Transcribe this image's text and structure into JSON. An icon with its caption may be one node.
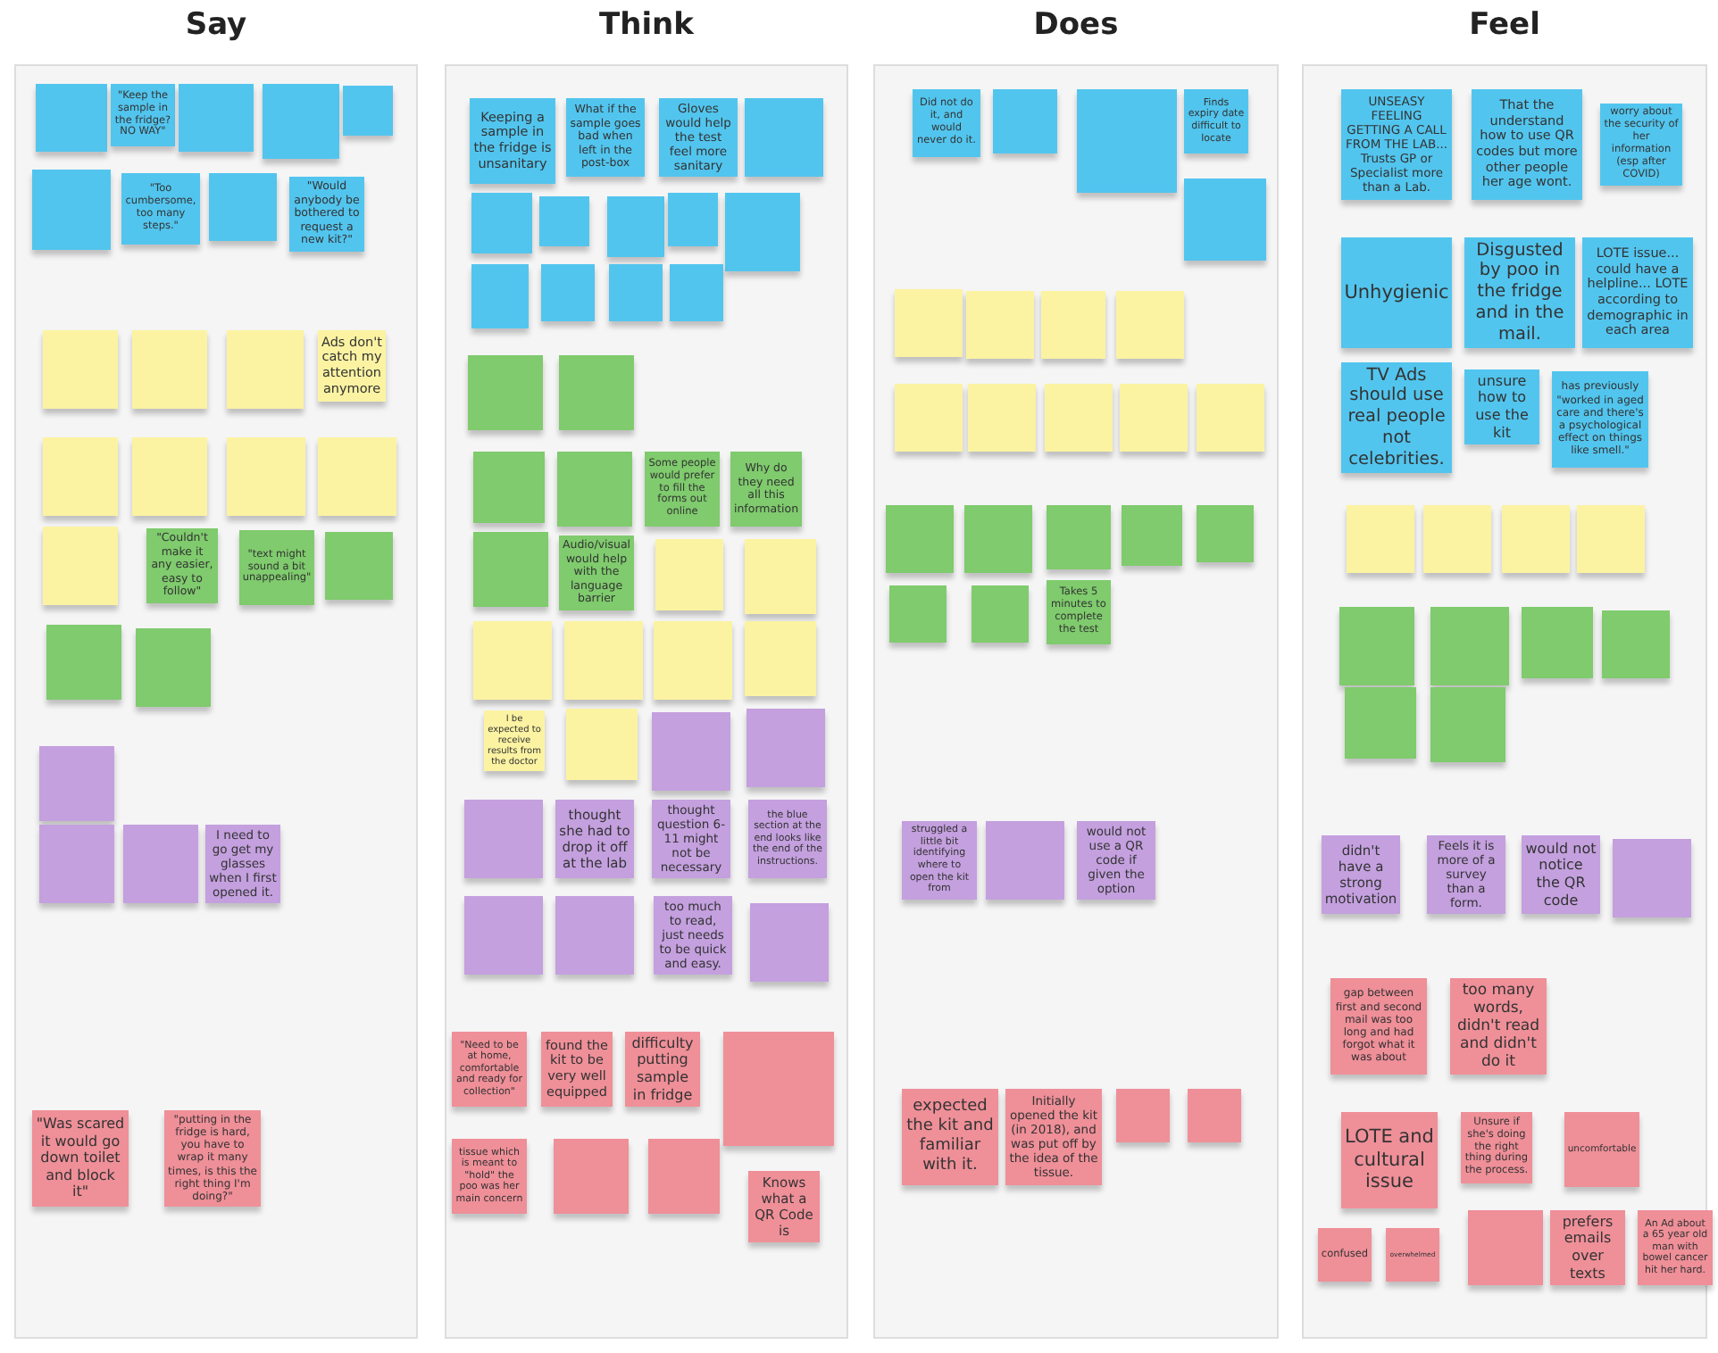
{
  "diagram": {
    "nodes": [
      {
        "text": [
          "Say"
        ]
      },
      {
        "text": [],
        "shape": "box",
        "in": 0
      },
      {
        "text": [
          "\"Keep the sample in the fridge? NO WAY\""
        ],
        "in": 0
      },
      {
        "text": [],
        "shape": "box",
        "in": 0
      },
      {
        "text": [],
        "shape": "box",
        "in": 0
      },
      {
        "text": [],
        "shape": "box",
        "in": 0
      },
      {
        "text": [],
        "shape": "box",
        "in": 0
      },
      {
        "text": [
          "\"Too cumbersome, too many steps.\""
        ],
        "in": 0
      },
      {
        "text": [],
        "shape": "box",
        "in": 0
      },
      {
        "text": [
          "\"Would anybody be bothered to request a new kit?\""
        ],
        "in": 0
      },
      {
        "text": [],
        "shape": "box",
        "in": 0
      },
      {
        "text": [],
        "shape": "box",
        "in": 0
      },
      {
        "text": [],
        "shape": "box",
        "in": 0
      },
      {
        "text": [
          "Ads don't catch my attention anymore"
        ],
        "in": 0
      },
      {
        "text": [],
        "shape": "box",
        "in": 0
      },
      {
        "text": [],
        "shape": "box",
        "in": 0
      },
      {
        "text": [],
        "shape": "box",
        "in": 0
      },
      {
        "text": [],
        "shape": "box",
        "in": 0
      },
      {
        "text": [],
        "shape": "box",
        "in": 0
      },
      {
        "text": [
          "\"Couldn't make it any easier, easy to follow\""
        ],
        "in": 0
      },
      {
        "text": [
          "\"text might sound a bit unappealing\""
        ],
        "in": 0
      },
      {
        "text": [],
        "shape": "box",
        "in": 0
      },
      {
        "text": [],
        "shape": "box",
        "in": 0
      },
      {
        "text": [],
        "shape": "box",
        "in": 0
      },
      {
        "text": [],
        "shape": "box",
        "in": 0
      },
      {
        "text": [],
        "shape": "box",
        "in": 0
      },
      {
        "text": [],
        "shape": "box",
        "in": 0
      },
      {
        "text": [
          "I need to go get my glasses when I first opened it."
        ],
        "in": 0
      },
      {
        "text": [
          "\"Was scared it would go down toilet and block it\""
        ],
        "in": 0
      },
      {
        "text": [
          "\"putting in the fridge is hard, you have to wrap it many times, is this the right thing I'm doing?\""
        ],
        "in": 0
      },
      {
        "text": [
          "Think"
        ]
      },
      {
        "text": [
          "Keeping a sample in the fridge is unsanitary"
        ],
        "in": 30
      },
      {
        "text": [
          "What if the sample goes bad when left in the post-box"
        ],
        "in": 30
      },
      {
        "text": [
          "Gloves would help the test feel more sanitary"
        ],
        "in": 30
      },
      {
        "text": [],
        "shape": "box",
        "in": 30
      },
      {
        "text": [],
        "shape": "box",
        "in": 30
      },
      {
        "text": [],
        "shape": "box",
        "in": 30
      },
      {
        "text": [],
        "shape": "box",
        "in": 30
      },
      {
        "text": [],
        "shape": "box",
        "in": 30
      },
      {
        "text": [],
        "shape": "box",
        "in": 30
      },
      {
        "text": [],
        "shape": "box",
        "in": 30
      },
      {
        "text": [],
        "shape": "box",
        "in": 30
      },
      {
        "text": [],
        "shape": "box",
        "in": 30
      },
      {
        "text": [],
        "shape": "box",
        "in": 30
      },
      {
        "text": [],
        "shape": "box",
        "in": 30
      },
      {
        "text": [],
        "shape": "box",
        "in": 30
      },
      {
        "text": [],
        "shape": "box",
        "in": 30
      },
      {
        "text": [],
        "shape": "box",
        "in": 30
      },
      {
        "text": [
          "Some people would prefer to fill the forms out online"
        ],
        "in": 30
      },
      {
        "text": [
          "Why do they need all this information"
        ],
        "in": 30
      },
      {
        "text": [],
        "shape": "box",
        "in": 30
      },
      {
        "text": [
          "Audio/visual would help with the language barrier"
        ],
        "in": 30
      },
      {
        "text": [],
        "shape": "box",
        "in": 30
      },
      {
        "text": [],
        "shape": "box",
        "in": 30
      },
      {
        "text": [],
        "shape": "box",
        "in": 30
      },
      {
        "text": [],
        "shape": "box",
        "in": 30
      },
      {
        "text": [],
        "shape": "box",
        "in": 30
      },
      {
        "text": [],
        "shape": "box",
        "in": 30
      },
      {
        "text": [
          "I be expected to receive results from the doctor"
        ],
        "in": 30
      },
      {
        "text": [],
        "shape": "box",
        "in": 30
      },
      {
        "text": [],
        "shape": "box",
        "in": 30
      },
      {
        "text": [],
        "shape": "box",
        "in": 30
      },
      {
        "text": [],
        "shape": "box",
        "in": 30
      },
      {
        "text": [
          "thought she had to drop it off at the lab"
        ],
        "in": 30
      },
      {
        "text": [
          "thought question 6-11 might not be necessary"
        ],
        "in": 30
      },
      {
        "text": [
          "the blue section at the end looks like the end of the instructions."
        ],
        "in": 30
      },
      {
        "text": [],
        "shape": "box",
        "in": 30
      },
      {
        "text": [],
        "shape": "box",
        "in": 30
      },
      {
        "text": [
          "too much to read, just needs to be quick and easy."
        ],
        "in": 30
      },
      {
        "text": [],
        "shape": "box",
        "in": 30
      },
      {
        "text": [
          "\"Need to be at home, comfortable and ready for collection\""
        ],
        "in": 30
      },
      {
        "text": [
          "found the kit to be very well equipped"
        ],
        "in": 30
      },
      {
        "text": [
          "difficulty putting sample in fridge"
        ],
        "in": 30
      },
      {
        "text": [],
        "shape": "box",
        "in": 30
      },
      {
        "text": [
          "tissue which is meant to \"hold\" the poo was her main concern"
        ],
        "in": 30
      },
      {
        "text": [],
        "shape": "box",
        "in": 30
      },
      {
        "text": [],
        "shape": "box",
        "in": 30
      },
      {
        "text": [
          "Knows what a QR Code is"
        ],
        "in": 30
      },
      {
        "text": [
          "Does"
        ]
      },
      {
        "text": [
          "Did not do it, and would never do it."
        ],
        "in": 78
      },
      {
        "text": [],
        "shape": "box",
        "in": 78
      },
      {
        "text": [],
        "shape": "box",
        "in": 78
      },
      {
        "text": [
          "Finds expiry date difficult to locate"
        ],
        "in": 78
      },
      {
        "text": [],
        "shape": "box",
        "in": 78
      },
      {
        "text": [],
        "shape": "box",
        "in": 78
      },
      {
        "text": [],
        "shape": "box",
        "in": 78
      },
      {
        "text": [],
        "shape": "box",
        "in": 78
      },
      {
        "text": [],
        "shape": "box",
        "in": 78
      },
      {
        "text": [],
        "shape": "box",
        "in": 78
      },
      {
        "text": [],
        "shape": "box",
        "in": 78
      },
      {
        "text": [],
        "shape": "box",
        "in": 78
      },
      {
        "text": [],
        "shape": "box",
        "in": 78
      },
      {
        "text": [],
        "shape": "box",
        "in": 78
      },
      {
        "text": [],
        "shape": "box",
        "in": 78
      },
      {
        "text": [],
        "shape": "box",
        "in": 78
      },
      {
        "text": [],
        "shape": "box",
        "in": 78
      },
      {
        "text": [],
        "shape": "box",
        "in": 78
      },
      {
        "text": [],
        "shape": "box",
        "in": 78
      },
      {
        "text": [],
        "shape": "box",
        "in": 78
      },
      {
        "text": [],
        "shape": "box",
        "in": 78
      },
      {
        "text": [
          "Takes 5 minutes to complete the test"
        ],
        "in": 78
      },
      {
        "text": [
          "struggled a little bit identifying where to open the kit from"
        ],
        "in": 78
      },
      {
        "text": [],
        "shape": "box",
        "in": 78
      },
      {
        "text": [
          "would not use a QR code if given the option"
        ],
        "in": 78
      },
      {
        "text": [
          "expected the kit and familiar with it."
        ],
        "in": 78
      },
      {
        "text": [
          "Initially opened the kit (in 2018), and was put off by the idea of the tissue."
        ],
        "in": 78
      },
      {
        "text": [],
        "shape": "box",
        "in": 78
      },
      {
        "text": [],
        "shape": "box",
        "in": 78
      },
      {
        "text": [
          "Feel"
        ]
      },
      {
        "text": [
          "UNSEASY FEELING GETTING A CALL FROM THE LAB... Trusts GP or Specialist more than a Lab."
        ],
        "in": 108
      },
      {
        "text": [
          "That the understand how to use QR codes but more other people her age wont."
        ],
        "in": 108
      },
      {
        "text": [
          "worry about the security of her information (esp after COVID)"
        ],
        "in": 108
      },
      {
        "text": [
          "Unhygienic"
        ],
        "in": 108
      },
      {
        "text": [
          "Disgusted by poo in the fridge and in the mail."
        ],
        "in": 108
      },
      {
        "text": [
          "LOTE issue... could have a helpline... LOTE according to demographic in each area"
        ],
        "in": 108
      },
      {
        "text": [
          "TV Ads should use real people not celebrities."
        ],
        "in": 108
      },
      {
        "text": [
          "unsure how to use the kit"
        ],
        "in": 108
      },
      {
        "text": [
          "has previously \"worked in aged care and there's a psychological effect on things like smell.\""
        ],
        "in": 108
      },
      {
        "text": [],
        "shape": "box",
        "in": 108
      },
      {
        "text": [],
        "shape": "box",
        "in": 108
      },
      {
        "text": [],
        "shape": "box",
        "in": 108
      },
      {
        "text": [],
        "shape": "box",
        "in": 108
      },
      {
        "text": [],
        "shape": "box",
        "in": 108
      },
      {
        "text": [],
        "shape": "box",
        "in": 108
      },
      {
        "text": [],
        "shape": "box",
        "in": 108
      },
      {
        "text": [],
        "shape": "box",
        "in": 108
      },
      {
        "text": [],
        "shape": "box",
        "in": 108
      },
      {
        "text": [],
        "shape": "box",
        "in": 108
      },
      {
        "text": [
          "didn't have a strong motivation"
        ],
        "in": 108
      },
      {
        "text": [
          "Feels it is more of a survey than a form."
        ],
        "in": 108
      },
      {
        "text": [
          "would not notice the QR code"
        ],
        "in": 108
      },
      {
        "text": [],
        "shape": "box",
        "in": 108
      },
      {
        "text": [
          "gap between first and second mail was too long and had forgot what it was about"
        ],
        "in": 108
      },
      {
        "text": [
          "too many words, didn't read and didn't do it"
        ],
        "in": 108
      },
      {
        "text": [
          "LOTE and cultural issue"
        ],
        "in": 108
      },
      {
        "text": [
          "Unsure if she's doing the right thing during the process."
        ],
        "in": 108
      },
      {
        "text": [
          "uncomfortable"
        ],
        "in": 108
      },
      {
        "text": [
          "confused"
        ],
        "in": 108
      },
      {
        "text": [
          "overwhelmed"
        ],
        "in": 108
      },
      {
        "text": [],
        "shape": "box",
        "in": 108
      },
      {
        "text": [
          "prefers emails over texts"
        ],
        "in": 108
      },
      {
        "text": [
          "An Ad about a 65 year old man with bowel cancer hit her hard."
        ],
        "in": 108
      }
    ]
  }
}
